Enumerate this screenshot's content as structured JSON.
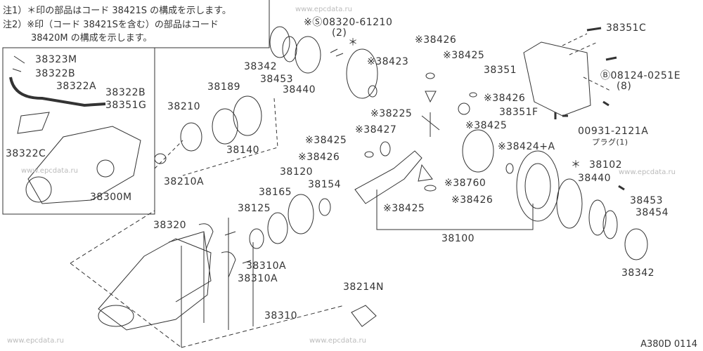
{
  "notes": [
    "注1）＊印の部品はコード 38421S の構成を示します。",
    "注2）※印（コード 38421Sを含む）の部品はコード",
    "38420M の構成を示します。"
  ],
  "watermark": "www.epcdata.ru",
  "diagram_code": "A380D 0114",
  "labels": {
    "p38323M": "38323M",
    "p38322B_1": "38322B",
    "p38322A": "38322A",
    "p38322B_2": "38322B",
    "p38351G": "38351G",
    "p38322C": "38322C",
    "p38300M": "38300M",
    "p38342_1": "38342",
    "p38453_1": "38453",
    "p38440_1": "38440",
    "bolt_08320": "※Ⓢ08320-61210",
    "bolt_08320_qty": "(2)",
    "star_1": "＊",
    "p38426_a": "※38426",
    "p38425_a": "※38425",
    "p38423": "※38423",
    "p38225": "※38225",
    "p38426_b": "※38426",
    "p38425_b": "※38425",
    "p38427": "※38427",
    "p38425_c": "※38425",
    "p38426_c": "※38426",
    "p38424A": "※38424+A",
    "p38760": "※38760",
    "p38425_d": "※38425",
    "p38426_d": "※38426",
    "p38100": "38100",
    "p38351C": "38351C",
    "p38351": "38351",
    "bolt_08124": "Ⓑ08124-0251E",
    "bolt_08124_qty": "(8)",
    "p38351F": "38351F",
    "plug_00931": "00931-2121A",
    "plug_label": "プラグ(1)",
    "star_2": "＊",
    "p38102": "38102",
    "p38440_2": "38440",
    "p38453_2": "38453",
    "p38454": "38454",
    "p38342_2": "38342",
    "p38189": "38189",
    "p38210": "38210",
    "p38140": "38140",
    "p38210A": "38210A",
    "p38120": "38120",
    "p38165": "38165",
    "p38154": "38154",
    "p38125": "38125",
    "p38320": "38320",
    "p38310A_1": "38310A",
    "p38310A_2": "38310A",
    "p38310": "38310",
    "p38214N": "38214N"
  }
}
